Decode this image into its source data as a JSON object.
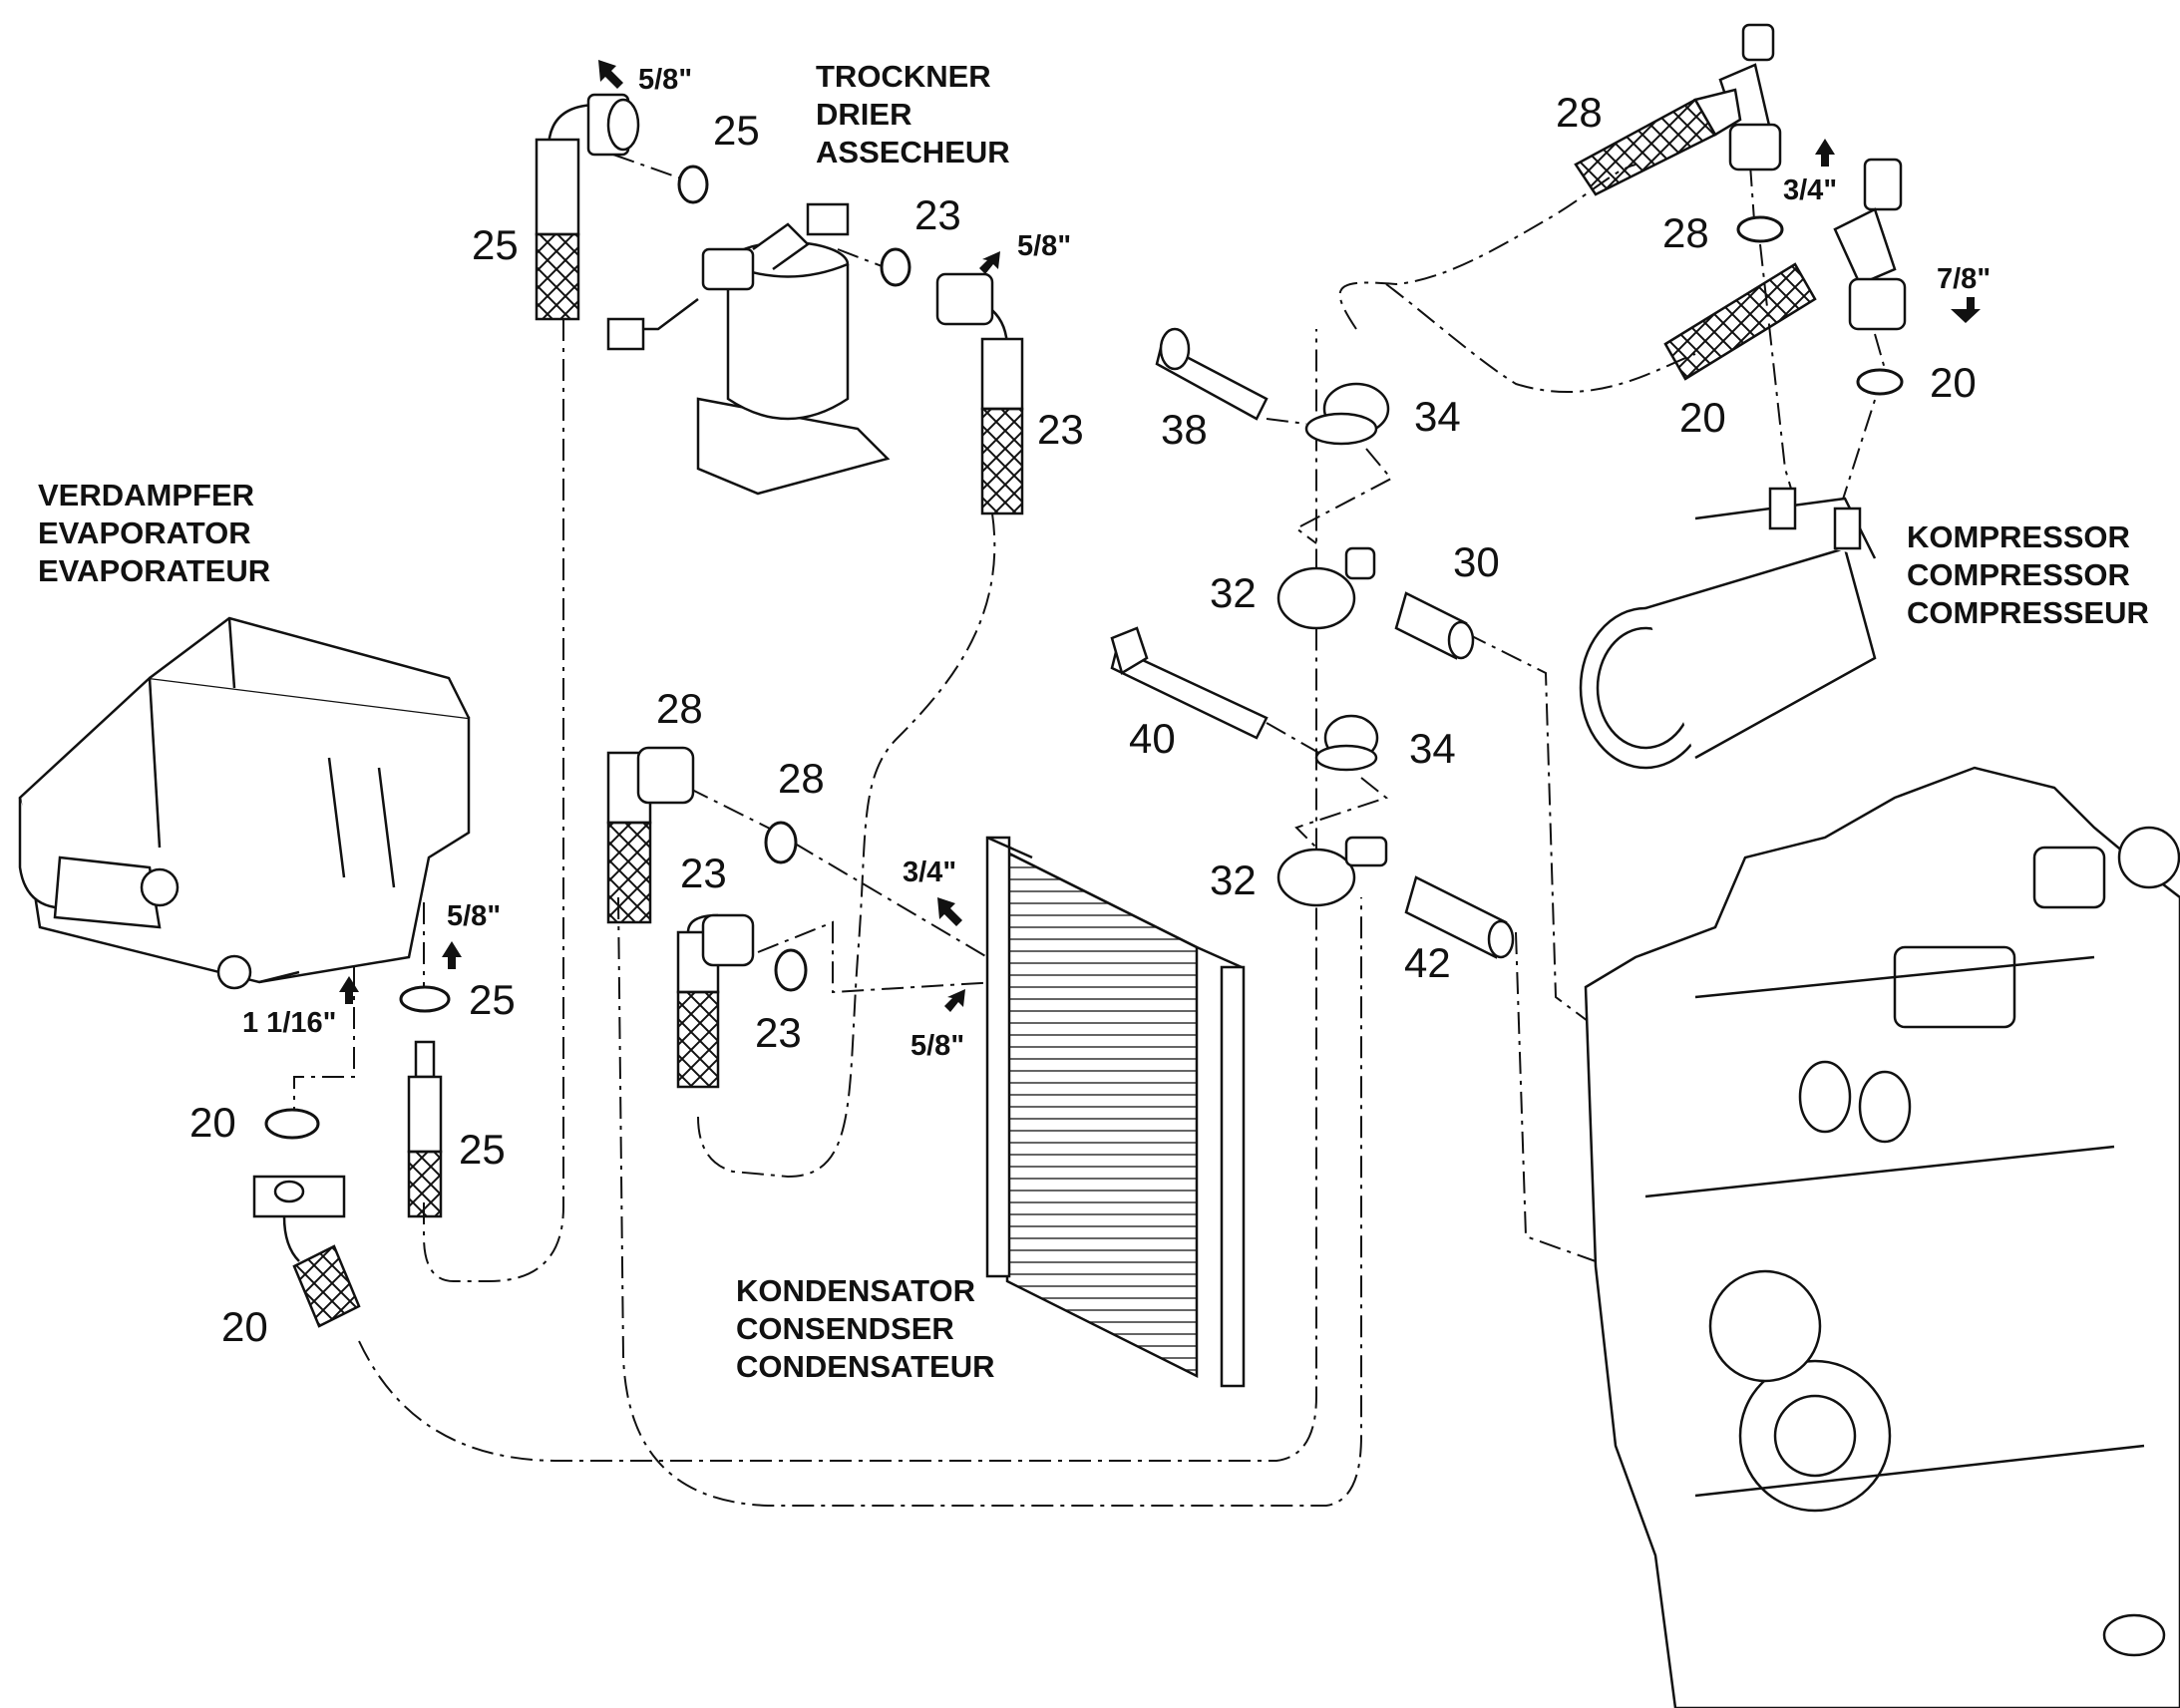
{
  "components": {
    "evaporator": [
      "VERDAMPFER",
      "EVAPORATOR",
      "EVAPORATEUR"
    ],
    "drier": [
      "TROCKNER",
      "DRIER",
      "ASSECHEUR"
    ],
    "condenser": [
      "KONDENSATOR",
      "CONSENDSER",
      "CONDENSATEUR"
    ],
    "compressor": [
      "KOMPRESSOR",
      "COMPRESSOR",
      "COMPRESSEUR"
    ]
  },
  "part_numbers": {
    "p25_hose_left": "25",
    "p25_oring_top": "25",
    "p23_oring_drier": "23",
    "p23_hose_drier": "23",
    "p28_fitting_top": "28",
    "p28_oring_top": "28",
    "p20_hose_comp": "20",
    "p20_oring_comp": "20",
    "p38_bolt": "38",
    "p34_clamp_top": "34",
    "p30_spacer": "30",
    "p32_clamp_top": "32",
    "p40_bolt": "40",
    "p34_clamp_mid": "34",
    "p32_clamp_bottom": "32",
    "p42_spacer": "42",
    "p28_fitting_cond": "28",
    "p28_oring_cond": "28",
    "p23_fitting_cond": "23",
    "p23_oring_cond": "23",
    "p25_oring_evap": "25",
    "p25_hose_evap": "25",
    "p20_oring_evap": "20",
    "p20_hose_evap": "20"
  },
  "sizes": {
    "drier_in": "5/8\"",
    "drier_out": "5/8\"",
    "comp_suction": "3/4\"",
    "comp_discharge": "7/8\"",
    "cond_in": "3/4\"",
    "cond_out": "5/8\"",
    "evap_in": "5/8\"",
    "evap_out": "1 1/16\""
  }
}
